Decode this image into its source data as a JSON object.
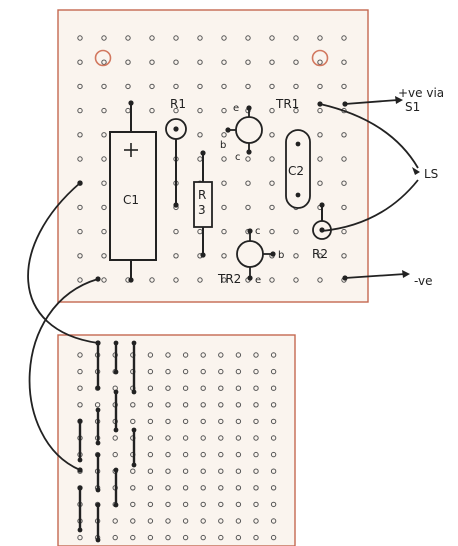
{
  "components": {
    "c1": {
      "label": "C1",
      "polarity": "+"
    },
    "c2": {
      "label": "C2"
    },
    "r1": {
      "label": "R1"
    },
    "r2": {
      "label": "R2"
    },
    "r3": {
      "label_top": "R",
      "label_bottom": "3"
    },
    "tr1": {
      "label": "TR1",
      "pin_e": "e",
      "pin_b": "b",
      "pin_c": "c"
    },
    "tr2": {
      "label": "TR2",
      "pin_c": "c",
      "pin_b": "b",
      "pin_e": "e"
    }
  },
  "connections": {
    "pos_supply": "+ve via",
    "switch": "S1",
    "speaker": "LS",
    "neg_supply": "-ve"
  },
  "colors": {
    "board": "#faf4ee",
    "board_edge": "#c46850",
    "hole": "#555555",
    "ink": "#222222",
    "marker_ring": "#d2785f"
  }
}
